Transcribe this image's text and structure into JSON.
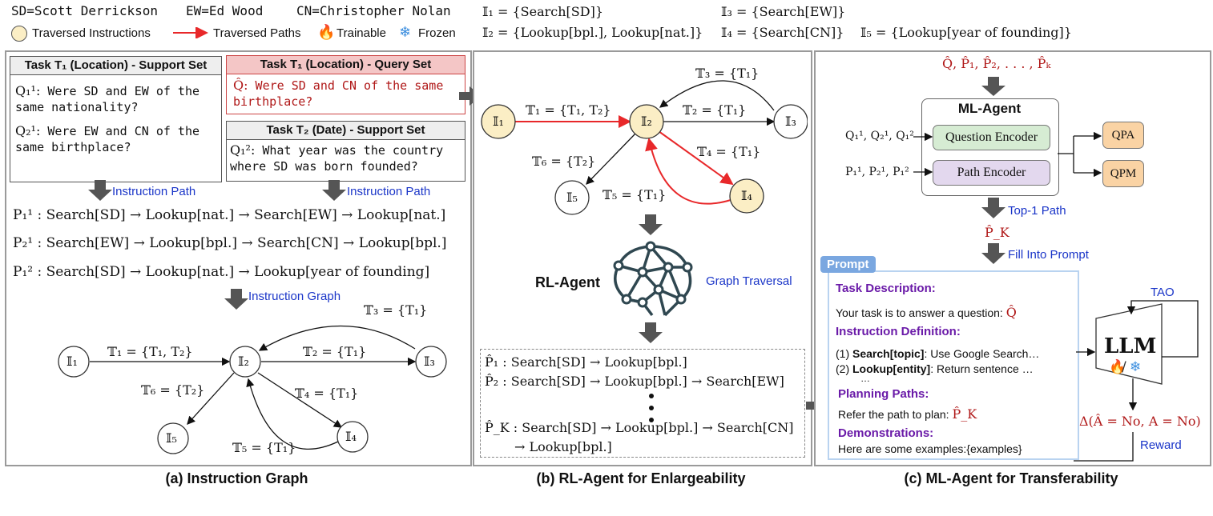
{
  "legend": {
    "abbrev_sd": "SD=Scott Derrickson",
    "abbrev_ew": "EW=Ed Wood",
    "abbrev_cn": "CN=Christopher Nolan",
    "traversed_instructions": "Traversed Instructions",
    "traversed_paths": "Traversed Paths",
    "trainable": "Trainable",
    "frozen": "Frozen",
    "i1_def": "𝕀₁ = {Search[SD]}",
    "i2_def": "𝕀₂ = {Lookup[bpl.], Lookup[nat.]}",
    "i3_def": "𝕀₃ = {Search[EW]}",
    "i4_def": "𝕀₄ = {Search[CN]}",
    "i5_def": "𝕀₅ = {Lookup[year of founding]}"
  },
  "panel_a": {
    "support_title": "Task T₁ (Location) - Support Set",
    "q1_label": "Q₁¹:",
    "q1_text": "Were SD and EW of the same nationality?",
    "q2_label": "Q₂¹:",
    "q2_text": "Were EW and CN of the same birthplace?",
    "query_title": "Task T₁ (Location) - Query Set",
    "query_label": "Q̂:",
    "query_text": "Were SD and CN of the same birthplace?",
    "support2_title": "Task T₂ (Date) - Support Set",
    "q3_label": "Q₁²:",
    "q3_text": "What year was the country where SD was born founded?",
    "instruction_path_1": "Instruction Path",
    "instruction_path_2": "Instruction Path",
    "p1": "P₁¹ : Search[SD] → Lookup[nat.] → Search[EW] → Lookup[nat.]",
    "p2": "P₂¹ : Search[EW] → Lookup[bpl.] → Search[CN] → Lookup[bpl.]",
    "p3": "P₁² : Search[SD] → Lookup[nat.] → Lookup[year of founding]",
    "instruction_graph": "Instruction Graph",
    "caption": "(a) Instruction Graph"
  },
  "graph": {
    "nodes": {
      "i1": "𝕀₁",
      "i2": "𝕀₂",
      "i3": "𝕀₃",
      "i4": "𝕀₄",
      "i5": "𝕀₅"
    },
    "edge_t1": "𝕋₁ = {T₁, T₂}",
    "edge_t2": "𝕋₂ = {T₁}",
    "edge_t3": "𝕋₃ = {T₁}",
    "edge_t4": "𝕋₄ = {T₁}",
    "edge_t5": "𝕋₅ = {T₁}",
    "edge_t6": "𝕋₆ = {T₂}"
  },
  "panel_b": {
    "rl_agent": "RL-Agent",
    "graph_traversal": "Graph Traversal",
    "ph1": "P̂₁ : Search[SD] → Lookup[bpl.]",
    "ph2": "P̂₂ : Search[SD] → Lookup[bpl.] → Search[EW]",
    "phk": "P̂_K : Search[SD] → Lookup[bpl.] → Search[CN]",
    "phk2": "→ Lookup[bpl.]",
    "caption": "(b) RL-Agent for Enlargeability"
  },
  "panel_c": {
    "inputs": "Q̂, P̂₁, P̂₂, . . . , P̂ₖ",
    "ml_agent": "ML-Agent",
    "question_encoder": "Question Encoder",
    "path_encoder": "Path Encoder",
    "q_inputs": "Q₁¹, Q₂¹, Q₁²",
    "p_inputs": "P₁¹, P₂¹, P₁²",
    "qpa": "QPA",
    "qpm": "QPM",
    "top1": "Top-1 Path",
    "pk": "P̂_K",
    "fill_prompt": "Fill Into Prompt",
    "prompt_tag": "Prompt",
    "task_desc_h": "Task Description:",
    "task_desc": "Your task is to answer a question: ",
    "task_desc_q": "Q̂",
    "instr_def_h": "Instruction Definition:",
    "instr1_n": "(1) ",
    "instr1_b": "Search[topic]",
    "instr1_t": ": Use Google Search…",
    "instr2_n": "(2) ",
    "instr2_b": "Lookup[entity]",
    "instr2_t": ": Return sentence …",
    "instr_more": "…",
    "planning_h": "Planning Paths:",
    "planning": "Refer the path to plan: ",
    "planning_pk": "P̂_K",
    "demos_h": "Demonstrations:",
    "demos": "Here are some examples:{examples}",
    "llm": "LLM",
    "tao": "TAO",
    "delta": "Δ(Â = No, A = No)",
    "reward": "Reward",
    "caption": "(c) ML-Agent for Transferability"
  },
  "colors": {
    "path_red": "#e8282a",
    "node_fill": "#fbeec5",
    "encoder_green": "#d6ecd3",
    "encoder_purple": "#e3d8ee",
    "qp_orange": "#fad3a4"
  }
}
